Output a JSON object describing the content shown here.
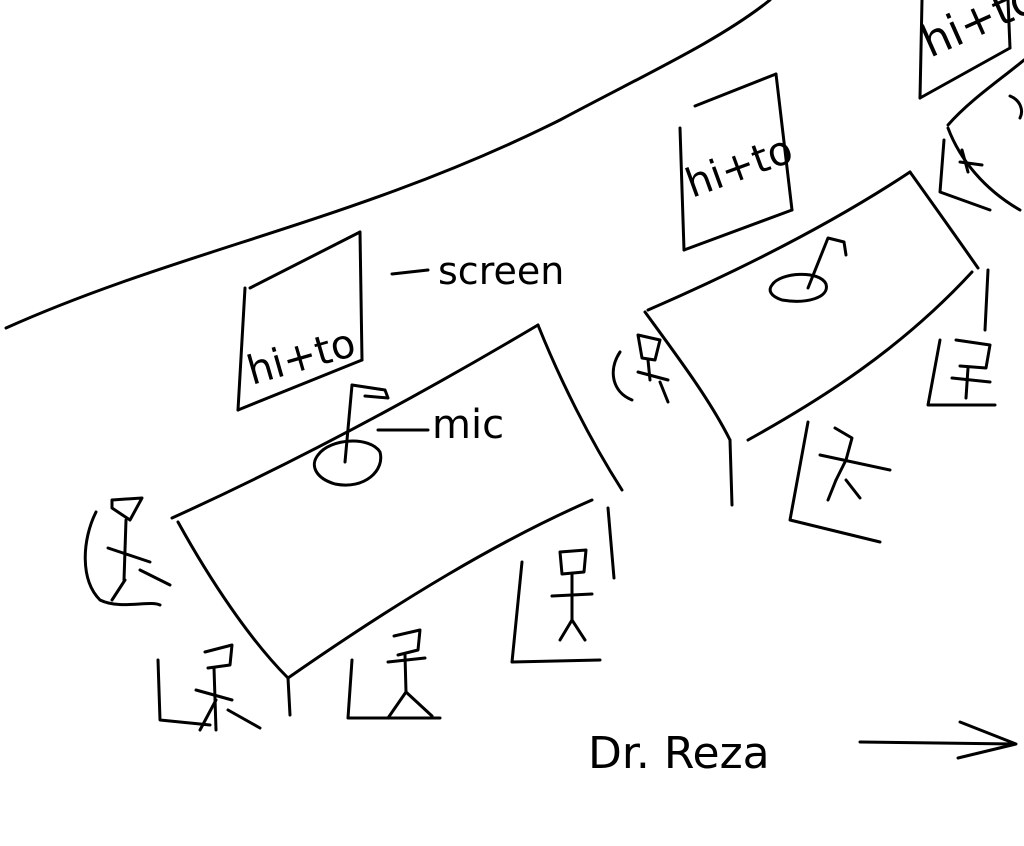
{
  "labels": {
    "screen": "screen",
    "mic": "mic",
    "presenter": "Dr. Reza"
  },
  "screen_texts": [
    "hi+to",
    "hi+to",
    "hi+to"
  ],
  "colors": {
    "ink": "#000000",
    "paper": "#ffffff"
  }
}
